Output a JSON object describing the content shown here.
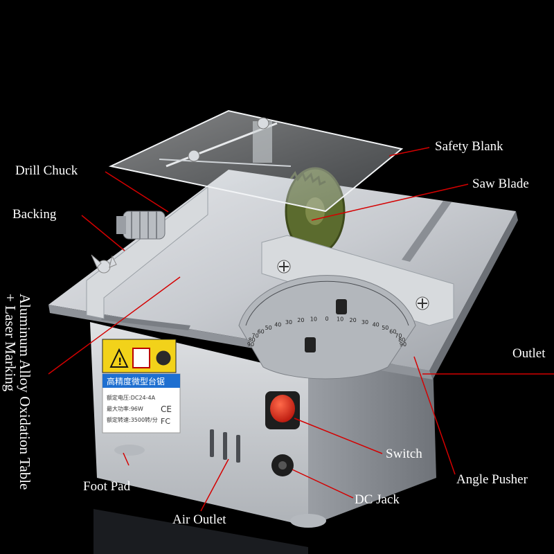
{
  "callouts": {
    "safety_blank": "Safety Blank",
    "drill_chuck": "Drill Chuck",
    "saw_blade": "Saw Blade",
    "backing": "Backing",
    "outlet": "Outlet",
    "switch": "Switch",
    "angle_pusher": "Angle Pusher",
    "foot_pad": "Foot Pad",
    "dc_jack": "DC Jack",
    "air_outlet": "Air Outlet"
  },
  "side_caption": {
    "line1": "Aluminum Alloy Oxidation Table",
    "line2": "+ Laser Marking"
  },
  "nameplate": {
    "title": "高精度微型台锯",
    "row1": "额定电压:DC24-4A",
    "row2": "最大功率:96W",
    "row3": "额定转速:3500转/分",
    "cert1": "CE",
    "cert2": "FC"
  },
  "protractor": {
    "ticks": [
      "90",
      "80",
      "70",
      "60",
      "50",
      "40",
      "30",
      "20",
      "10",
      "0",
      "10",
      "20",
      "30",
      "40",
      "50",
      "60",
      "70",
      "80",
      "90"
    ]
  },
  "colors": {
    "label_line": "#d40000",
    "aluminum": "#c9ccd1",
    "blade": "#5b6b2e",
    "switch_red": "#e8281a",
    "warning_yellow": "#f2d21a"
  }
}
